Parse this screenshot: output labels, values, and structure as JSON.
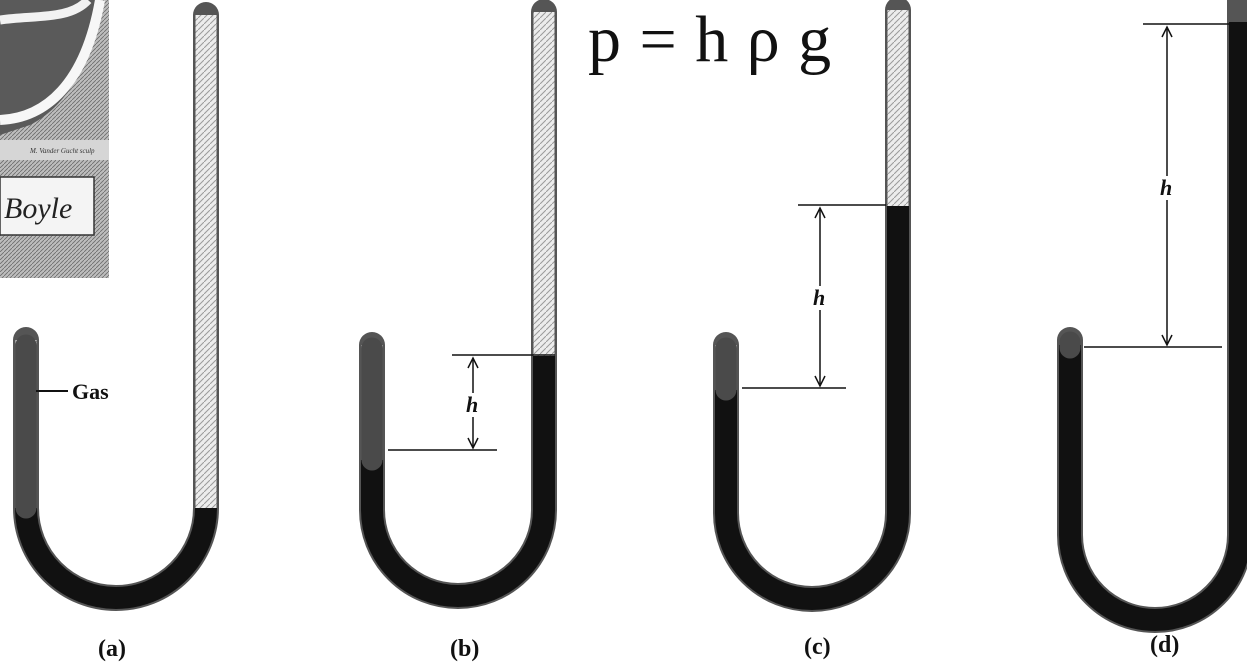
{
  "formula": "p = h ρ g",
  "portrait": {
    "signature": "Boyle",
    "engraver_caption": "M. Vander Gucht sculp"
  },
  "gas_label": "Gas",
  "h_label": "h",
  "panels": [
    {
      "id": "a",
      "label": "(a)"
    },
    {
      "id": "b",
      "label": "(b)"
    },
    {
      "id": "c",
      "label": "(c)"
    },
    {
      "id": "d",
      "label": "(d)"
    }
  ],
  "colors": {
    "mercury": "#111111",
    "gas": "#4a4a4a",
    "tube_empty": "#e6e6e6",
    "tube_outline": "#555555"
  }
}
